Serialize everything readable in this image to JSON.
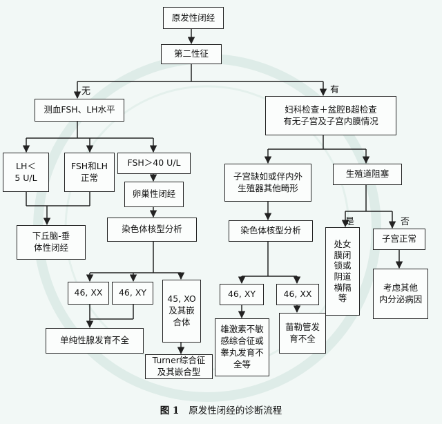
{
  "nodes": {
    "root": "原发性闭经",
    "sec_sex": "第二性征",
    "test_hormone": "测血FSH、LH水平",
    "gyn_exam": "妇科检查＋盆腔B超检查\n有无子宫及子宫内膜情况",
    "lh_low": "LH＜\n5 U/L",
    "fsh_lh_normal": "FSH和LH\n正常",
    "fsh_high": "FSH＞40 U/L",
    "uterus_absent": "子宫缺如或伴内外\n生殖器其他畸形",
    "genital_obstruction": "生殖道阻塞",
    "hypothalamic": "下丘脑-垂\n体性闭经",
    "ovarian": "卵巢性闭经",
    "karyo_left": "染色体核型分析",
    "karyo_mid": "染色体核型分析",
    "hymen": "处女膜闭锁或阴道横隔等",
    "uterus_normal": "子宫正常",
    "k_46xx_l": "46, XX",
    "k_46xy_l": "46, XY",
    "k_45xo": "45, XO\n及其嵌\n合体",
    "k_46xy_m": "46, XY",
    "k_46xx_m": "46, XX",
    "other_endocrine": "考虑其他\n内分泌病因",
    "pure_gonadal": "单纯性腺发育不全",
    "androgen": "雄激素不敏\n感综合征或\n睾丸发育不\n全等",
    "mullerian": "苗勒管发\n育不全",
    "turner": "Turner综合征\n及其嵌合型"
  },
  "edge_labels": {
    "no": "无",
    "yes": "有",
    "shi": "是",
    "fou": "否"
  },
  "caption": {
    "figure_no": "图 1",
    "text": "原发性闭经的诊断流程"
  },
  "colors": {
    "line": "#222222",
    "background": "#f2f8f6",
    "watermark": "#cfe3dd"
  }
}
